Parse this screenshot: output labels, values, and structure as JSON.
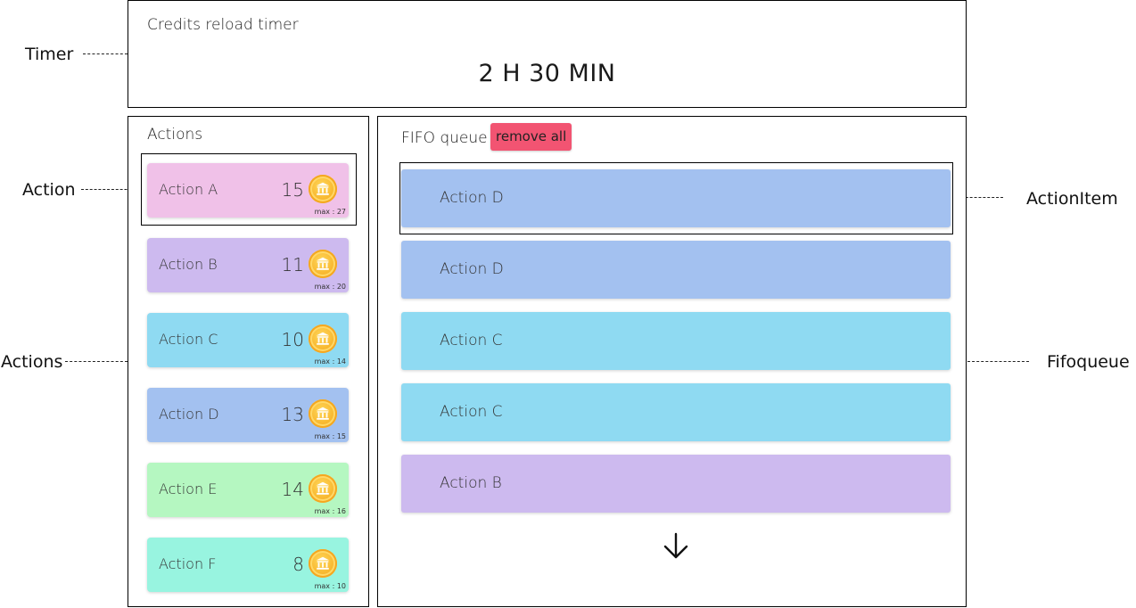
{
  "timer": {
    "title": "Credits reload timer",
    "value": "2 H 30 MIN"
  },
  "actions": {
    "title": "Actions",
    "items": [
      {
        "name": "Action A",
        "count": "15",
        "max": "max : 27",
        "color": "#f0c1e8"
      },
      {
        "name": "Action B",
        "count": "11",
        "max": "max : 20",
        "color": "#cdbaef"
      },
      {
        "name": "Action C",
        "count": "10",
        "max": "max : 14",
        "color": "#8fdaf2"
      },
      {
        "name": "Action D",
        "count": "13",
        "max": "max : 15",
        "color": "#a3c1f0"
      },
      {
        "name": "Action E",
        "count": "14",
        "max": "max : 16",
        "color": "#b5f7c1"
      },
      {
        "name": "Action F",
        "count": "8",
        "max": "max : 10",
        "color": "#98f4e0"
      }
    ]
  },
  "fifo": {
    "title": "FIFO queue",
    "remove_all_label": "remove all",
    "items": [
      {
        "name": "Action D",
        "color": "#a3c1f0"
      },
      {
        "name": "Action D",
        "color": "#a3c1f0"
      },
      {
        "name": "Action C",
        "color": "#8fdaf2"
      },
      {
        "name": "Action C",
        "color": "#8fdaf2"
      },
      {
        "name": "Action B",
        "color": "#cdbaef"
      }
    ]
  },
  "annotations": {
    "timer": "Timer",
    "action": "Action",
    "actions": "Actions",
    "action_item": "ActionItem",
    "fifoqueue": "Fifoqueue"
  },
  "icons": {
    "coin": "bank-coin-icon",
    "arrow": "arrow-down-icon"
  }
}
